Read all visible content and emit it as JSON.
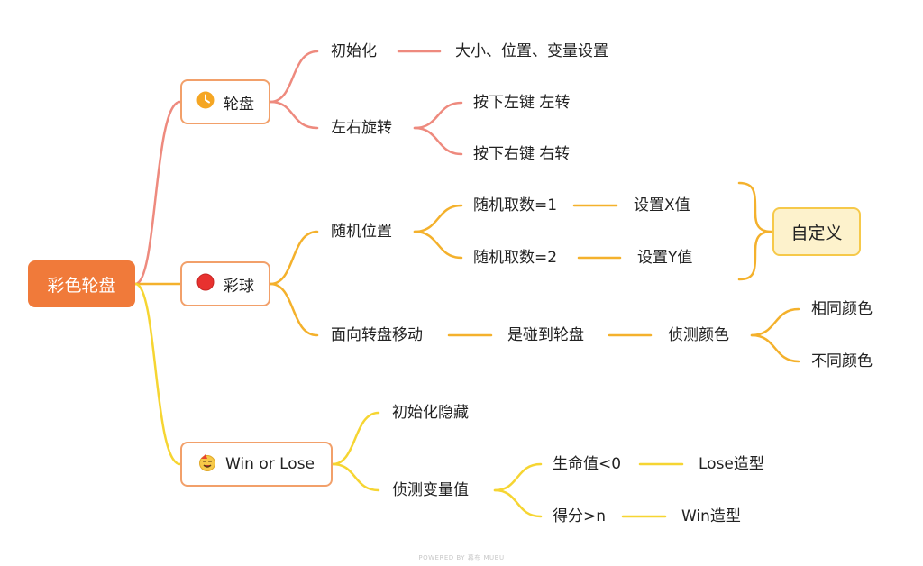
{
  "colors": {
    "red_branch": "#ee8a7e",
    "orange_branch": "#f4b12c",
    "yellow_branch": "#f6d532",
    "root_fill": "#f07a3a",
    "node_border": "#f2a06a"
  },
  "root": {
    "label": "彩色轮盘"
  },
  "wheel": {
    "icon": "clock-icon",
    "label": "轮盘",
    "init": {
      "label": "初始化",
      "detail": "大小、位置、变量设置"
    },
    "rotate": {
      "label": "左右旋转",
      "left": "按下左键 左转",
      "right": "按下右键 右转"
    }
  },
  "ball": {
    "icon": "red-circle-icon",
    "label": "彩球",
    "random_pos": {
      "label": "随机位置",
      "opt1": "随机取数=1",
      "set1": "设置X值",
      "opt2": "随机取数=2",
      "set2": "设置Y值",
      "custom": "自定义"
    },
    "move": {
      "label": "面向转盘移动",
      "touch": "是碰到轮盘",
      "detect": "侦测颜色",
      "same": "相同颜色",
      "diff": "不同颜色"
    }
  },
  "winlose": {
    "icon": "party-face-icon",
    "label": "Win or Lose",
    "hide": "初始化隐藏",
    "detect": "侦测变量值",
    "life": "生命值<0",
    "lose": "Lose造型",
    "score": "得分>n",
    "win": "Win造型"
  },
  "footer": "POWERED BY 幕布 MUBU"
}
